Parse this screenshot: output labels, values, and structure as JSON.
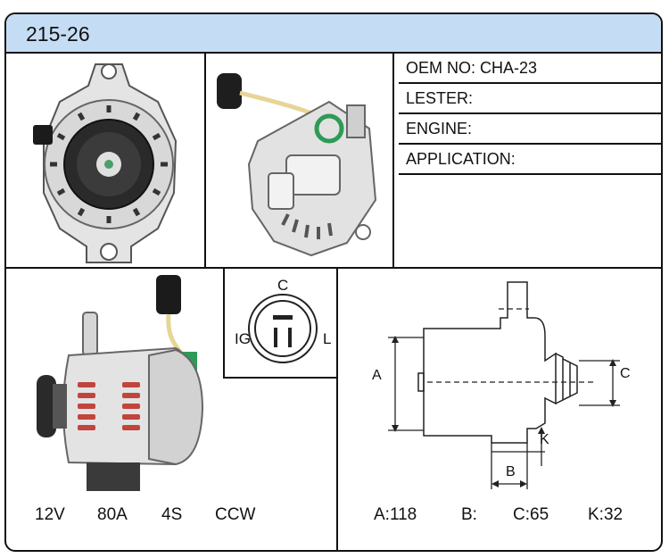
{
  "header": {
    "title": "215-26"
  },
  "info": {
    "oem_no": "OEM NO: CHA-23",
    "lester": "LESTER:",
    "engine": "ENGINE:",
    "application": "APPLICATION:"
  },
  "connector": {
    "c": "C",
    "ig": "IG",
    "l": "L"
  },
  "electrical_specs": {
    "voltage": "12V",
    "amperage": "80A",
    "grooves": "4S",
    "rotation": "CCW"
  },
  "dimension_labels": {
    "a": "A",
    "b": "B",
    "c": "C",
    "k": "K"
  },
  "dimensions": {
    "a": "A:118",
    "b": "B:",
    "c": "C:65",
    "k": "K:32"
  },
  "colors": {
    "header": "#c5ddf4",
    "border": "#111111",
    "connector_green": "#2e9a56",
    "winding_copper": "#c0453d"
  }
}
